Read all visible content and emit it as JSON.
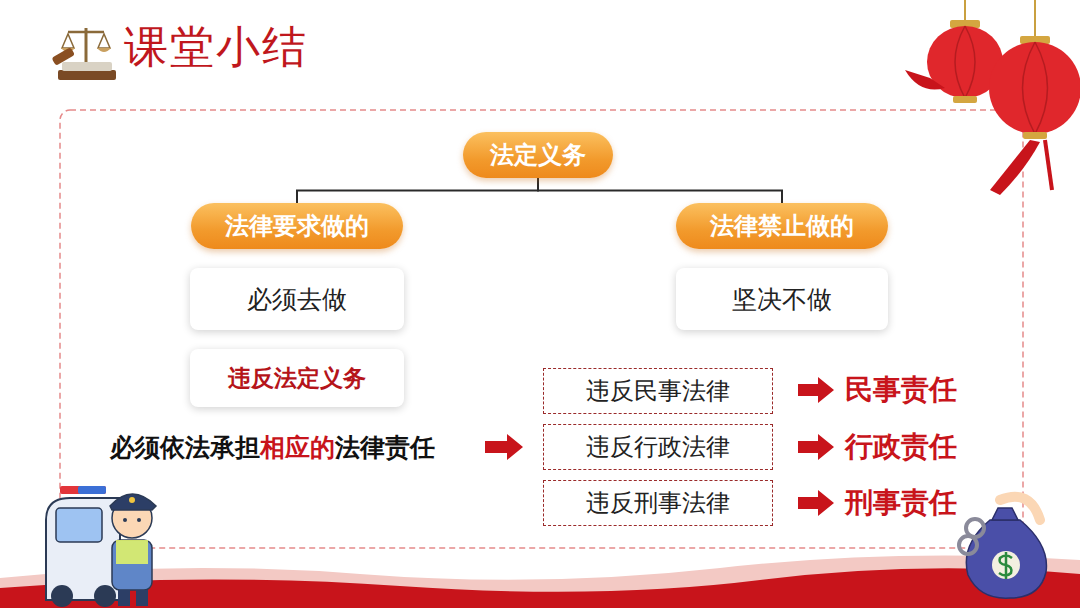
{
  "diagram": {
    "title": "课堂小结",
    "nodes": [
      {
        "text": [
          "法定义务"
        ]
      },
      {
        "text": [
          "法律要求做的"
        ]
      },
      {
        "text": [
          "法律禁止做的"
        ]
      },
      {
        "text": [
          "必须去做"
        ]
      },
      {
        "text": [
          "坚决不做"
        ]
      },
      {
        "text": [
          "违反法定义务"
        ]
      },
      {
        "text": [
          "违反民事法律"
        ]
      },
      {
        "text": [
          "违反行政法律"
        ]
      },
      {
        "text": [
          "违反刑事法律"
        ]
      }
    ],
    "edges": [
      {
        "from": 0,
        "to": 1,
        "arrow": "none"
      },
      {
        "from": 0,
        "to": 2,
        "arrow": "none"
      }
    ],
    "labels": [
      "必须依法承担",
      "相应的",
      "法律责任",
      "民事责任",
      "行政责任",
      "刑事责任"
    ]
  }
}
